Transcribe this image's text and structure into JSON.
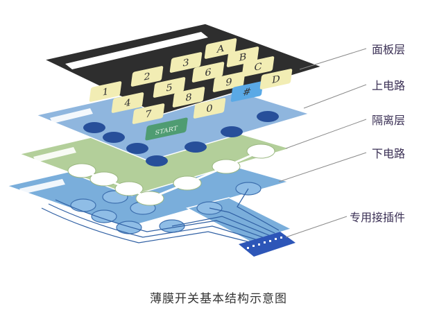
{
  "labels": {
    "panel_layer": "面板层",
    "upper_circuit": "上电路",
    "spacer_layer": "隔离层",
    "lower_circuit": "下电路",
    "connector": "专用接插件"
  },
  "caption": "薄膜开关基本结构示意图",
  "keys": [
    {
      "id": "1",
      "text": "1"
    },
    {
      "id": "2",
      "text": "2"
    },
    {
      "id": "3",
      "text": "3"
    },
    {
      "id": "A",
      "text": "A"
    },
    {
      "id": "4",
      "text": "4"
    },
    {
      "id": "5",
      "text": "5"
    },
    {
      "id": "6",
      "text": "6"
    },
    {
      "id": "B",
      "text": "B"
    },
    {
      "id": "7",
      "text": "7"
    },
    {
      "id": "8",
      "text": "8"
    },
    {
      "id": "9",
      "text": "9"
    },
    {
      "id": "C",
      "text": "C"
    },
    {
      "id": "0",
      "text": "0"
    },
    {
      "id": "hash",
      "text": "#"
    },
    {
      "id": "D",
      "text": "D"
    },
    {
      "id": "start",
      "text": "START"
    }
  ],
  "colors": {
    "panel": "#2e2e2e",
    "key": "#f2edb4",
    "key_hash": "#5aa9e6",
    "key_start": "#4f9c72",
    "upper_layer": "#8fb6de",
    "spacer_layer": "#b3cf9a",
    "lower_layer": "#7aaedb",
    "contact_dark": "#274f9a",
    "label_text": "#3a2f54",
    "leader_line": "#8a8a8a"
  }
}
